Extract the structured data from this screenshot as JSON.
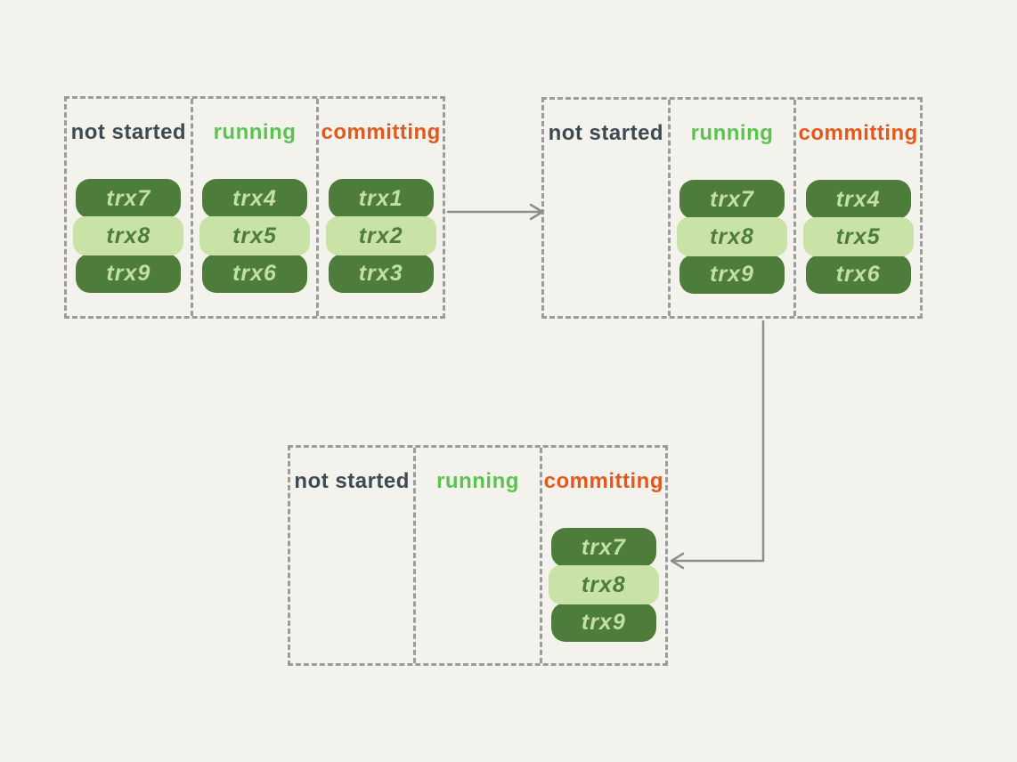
{
  "colors": {
    "background": "#f4f2ec",
    "dashed_border": "#9b9b9b",
    "arrow": "#8d8d8d",
    "pill_dark_bg": "#4e7d3b",
    "pill_dark_text": "#c3e0a1",
    "pill_light_bg": "#c9e2a6",
    "pill_light_text": "#4e7d3b",
    "label_not_started": "#3d4a52",
    "label_running": "#5cc351",
    "label_committing": "#e2591b"
  },
  "groups": [
    {
      "name": "stage-1",
      "columns": [
        {
          "label": "not started",
          "pills": [
            "trx7",
            "trx8",
            "trx9"
          ]
        },
        {
          "label": "running",
          "pills": [
            "trx4",
            "trx5",
            "trx6"
          ]
        },
        {
          "label": "committing",
          "pills": [
            "trx1",
            "trx2",
            "trx3"
          ]
        }
      ]
    },
    {
      "name": "stage-2",
      "columns": [
        {
          "label": "not started",
          "pills": []
        },
        {
          "label": "running",
          "pills": [
            "trx7",
            "trx8",
            "trx9"
          ]
        },
        {
          "label": "committing",
          "pills": [
            "trx4",
            "trx5",
            "trx6"
          ]
        }
      ]
    },
    {
      "name": "stage-3",
      "columns": [
        {
          "label": "not started",
          "pills": []
        },
        {
          "label": "running",
          "pills": []
        },
        {
          "label": "committing",
          "pills": [
            "trx7",
            "trx8",
            "trx9"
          ]
        }
      ]
    }
  ]
}
